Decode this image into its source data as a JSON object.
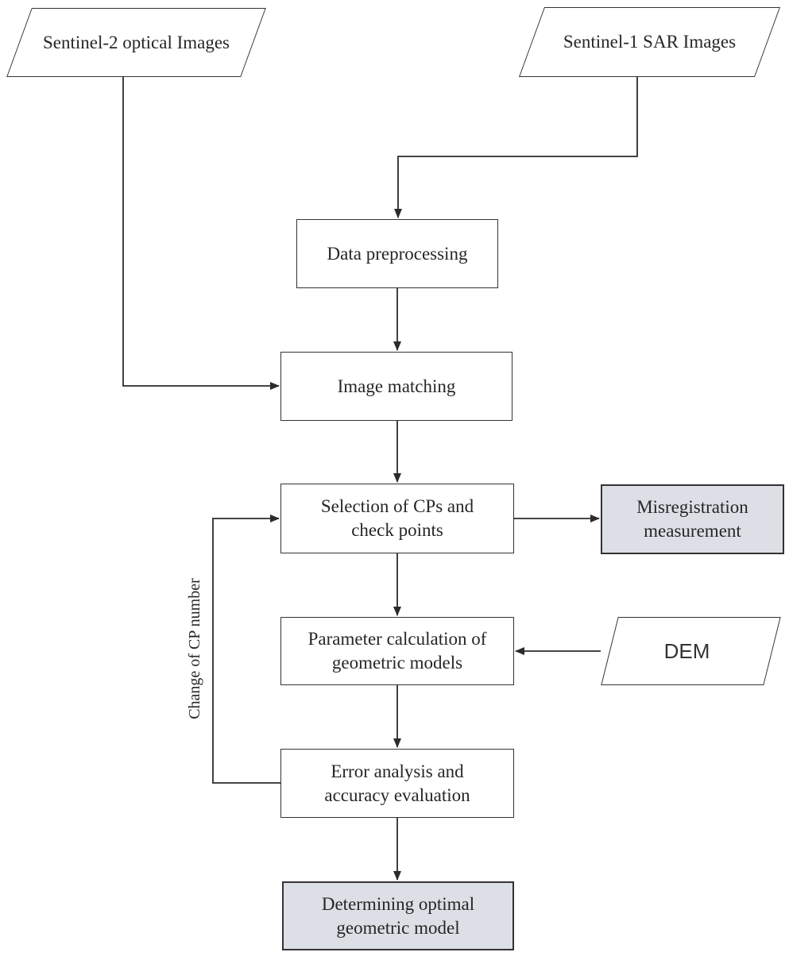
{
  "nodes": {
    "sentinel2_optical": {
      "label": "Sentinel-2 optical Images",
      "shape": "parallelogram"
    },
    "sentinel1_sar": {
      "label": "Sentinel-1 SAR Images",
      "shape": "parallelogram"
    },
    "data_preprocessing": {
      "label": "Data preprocessing",
      "shape": "rectangle"
    },
    "image_matching": {
      "label": "Image matching",
      "shape": "rectangle"
    },
    "selection_cps": {
      "lines": [
        "Selection of CPs and",
        "check points"
      ],
      "shape": "rectangle"
    },
    "misregistration": {
      "lines": [
        "Misregistration",
        "measurement"
      ],
      "shape": "rectangle-shaded"
    },
    "parameter_calculation": {
      "lines": [
        "Parameter calculation of",
        "geometric models"
      ],
      "shape": "rectangle"
    },
    "dem": {
      "label": "DEM",
      "shape": "parallelogram"
    },
    "error_analysis": {
      "lines": [
        "Error analysis and",
        "accuracy evaluation"
      ],
      "shape": "rectangle"
    },
    "determining_optimal": {
      "lines": [
        "Determining optimal",
        "geometric model"
      ],
      "shape": "rectangle-shaded"
    }
  },
  "edge_labels": {
    "feedback": "Change of CP number"
  },
  "edges": [
    {
      "from": "Sentinel-1 SAR Images",
      "to": "Data preprocessing"
    },
    {
      "from": "Sentinel-2 optical Images",
      "to": "Image matching"
    },
    {
      "from": "Data preprocessing",
      "to": "Image matching"
    },
    {
      "from": "Image matching",
      "to": "Selection of CPs and check points"
    },
    {
      "from": "Selection of CPs and check points",
      "to": "Misregistration measurement"
    },
    {
      "from": "Selection of CPs and check points",
      "to": "Parameter calculation of geometric models"
    },
    {
      "from": "DEM",
      "to": "Parameter calculation of geometric models"
    },
    {
      "from": "Parameter calculation of geometric models",
      "to": "Error analysis and accuracy evaluation"
    },
    {
      "from": "Error analysis and accuracy evaluation",
      "to": "Selection of CPs and check points",
      "label": "Change of CP number"
    },
    {
      "from": "Error analysis and accuracy evaluation",
      "to": "Determining optimal geometric model"
    }
  ],
  "colors": {
    "highlight_fill": "#dcdfe5",
    "box_fill": "#ffffff",
    "line": "#2b2b2b",
    "text": "#262626"
  }
}
